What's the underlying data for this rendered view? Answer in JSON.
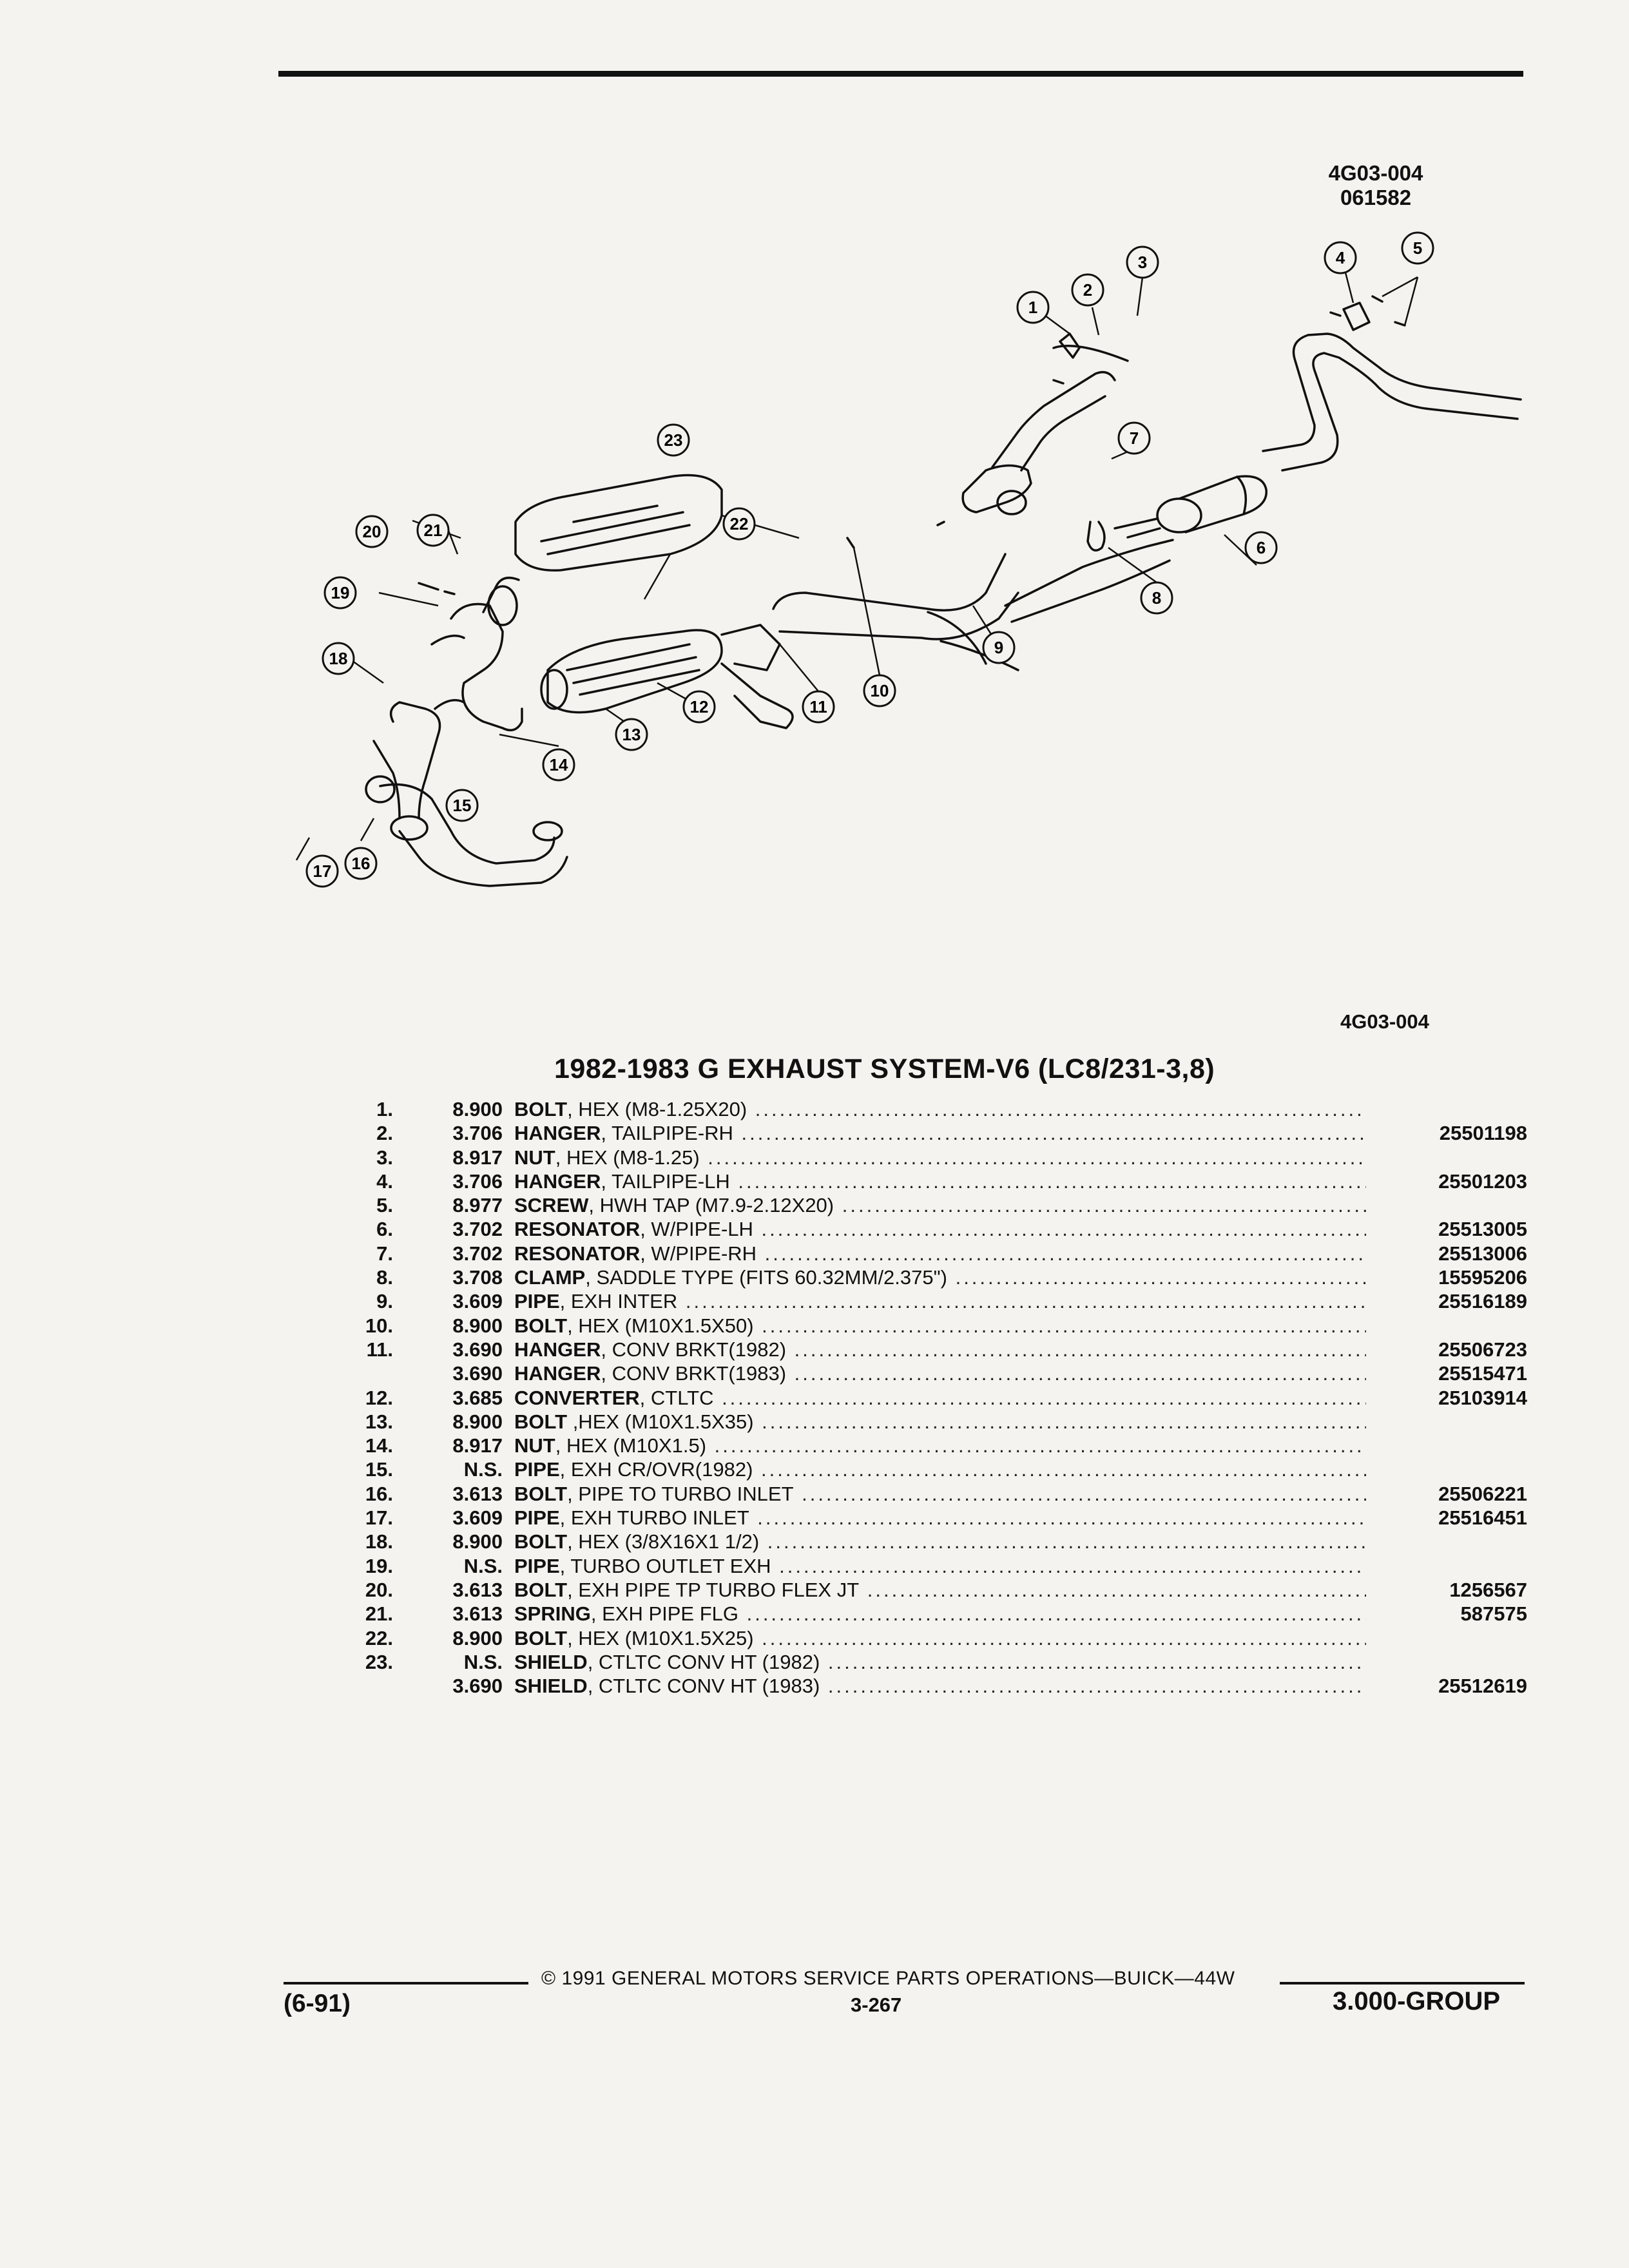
{
  "figure": {
    "code": "4G03-004",
    "date_code": "061582",
    "ref_code": "4G03-004"
  },
  "title": "1982-1983 G EXHAUST SYSTEM-V6 (LC8/231-3,8)",
  "callouts": [
    "1",
    "2",
    "3",
    "4",
    "5",
    "6",
    "7",
    "8",
    "9",
    "10",
    "11",
    "12",
    "13",
    "14",
    "15",
    "16",
    "17",
    "18",
    "19",
    "20",
    "21",
    "22",
    "23"
  ],
  "parts": [
    {
      "num": "1.",
      "group": "8.900",
      "name": "BOLT",
      "desc": ", HEX (M8-1.25X20)",
      "part_no": ""
    },
    {
      "num": "2.",
      "group": "3.706",
      "name": "HANGER",
      "desc": ", TAILPIPE-RH",
      "part_no": "25501198"
    },
    {
      "num": "3.",
      "group": "8.917",
      "name": "NUT",
      "desc": ", HEX (M8-1.25)",
      "part_no": ""
    },
    {
      "num": "4.",
      "group": "3.706",
      "name": "HANGER",
      "desc": ", TAILPIPE-LH",
      "part_no": "25501203"
    },
    {
      "num": "5.",
      "group": "8.977",
      "name": "SCREW",
      "desc": ", HWH TAP (M7.9-2.12X20)",
      "part_no": ""
    },
    {
      "num": "6.",
      "group": "3.702",
      "name": "RESONATOR",
      "desc": ", W/PIPE-LH",
      "part_no": "25513005"
    },
    {
      "num": "7.",
      "group": "3.702",
      "name": "RESONATOR",
      "desc": ", W/PIPE-RH",
      "part_no": "25513006"
    },
    {
      "num": "8.",
      "group": "3.708",
      "name": "CLAMP",
      "desc": ", SADDLE TYPE (FITS 60.32MM/2.375\")",
      "part_no": "15595206"
    },
    {
      "num": "9.",
      "group": "3.609",
      "name": "PIPE",
      "desc": ", EXH INTER",
      "part_no": "25516189"
    },
    {
      "num": "10.",
      "group": "8.900",
      "name": "BOLT",
      "desc": ", HEX (M10X1.5X50)",
      "part_no": ""
    },
    {
      "num": "11.",
      "group": "3.690",
      "name": "HANGER",
      "desc": ", CONV BRKT(1982)",
      "part_no": "25506723"
    },
    {
      "num": "",
      "group": "3.690",
      "name": "HANGER",
      "desc": ", CONV BRKT(1983)",
      "part_no": "25515471"
    },
    {
      "num": "12.",
      "group": "3.685",
      "name": "CONVERTER",
      "desc": ", CTLTC",
      "part_no": "25103914"
    },
    {
      "num": "13.",
      "group": "8.900",
      "name": "BOLT",
      "desc": " ,HEX (M10X1.5X35)",
      "part_no": ""
    },
    {
      "num": "14.",
      "group": "8.917",
      "name": "NUT",
      "desc": ", HEX (M10X1.5)",
      "part_no": ""
    },
    {
      "num": "15.",
      "group": "N.S.",
      "name": "PIPE",
      "desc": ", EXH CR/OVR(1982)",
      "part_no": ""
    },
    {
      "num": "16.",
      "group": "3.613",
      "name": "BOLT",
      "desc": ", PIPE TO TURBO INLET",
      "part_no": "25506221"
    },
    {
      "num": "17.",
      "group": "3.609",
      "name": "PIPE",
      "desc": ", EXH TURBO INLET",
      "part_no": "25516451"
    },
    {
      "num": "18.",
      "group": "8.900",
      "name": "BOLT",
      "desc": ", HEX (3/8X16X1 1/2)",
      "part_no": ""
    },
    {
      "num": "19.",
      "group": "N.S.",
      "name": "PIPE",
      "desc": ", TURBO OUTLET EXH",
      "part_no": ""
    },
    {
      "num": "20.",
      "group": "3.613",
      "name": "BOLT",
      "desc": ", EXH PIPE TP TURBO FLEX JT",
      "part_no": "1256567"
    },
    {
      "num": "21.",
      "group": "3.613",
      "name": "SPRING",
      "desc": ", EXH PIPE FLG",
      "part_no": "587575"
    },
    {
      "num": "22.",
      "group": "8.900",
      "name": "BOLT",
      "desc": ", HEX (M10X1.5X25)",
      "part_no": ""
    },
    {
      "num": "23.",
      "group": "N.S.",
      "name": "SHIELD",
      "desc": ", CTLTC CONV HT (1982)",
      "part_no": ""
    },
    {
      "num": "",
      "group": "3.690",
      "name": "SHIELD",
      "desc": ", CTLTC CONV HT (1983)",
      "part_no": "25512619"
    }
  ],
  "footer": {
    "copyright": "© 1991 GENERAL MOTORS SERVICE PARTS OPERATIONS—BUICK—44W",
    "page": "3-267",
    "date": "(6-91)",
    "group": "3.000-GROUP"
  }
}
